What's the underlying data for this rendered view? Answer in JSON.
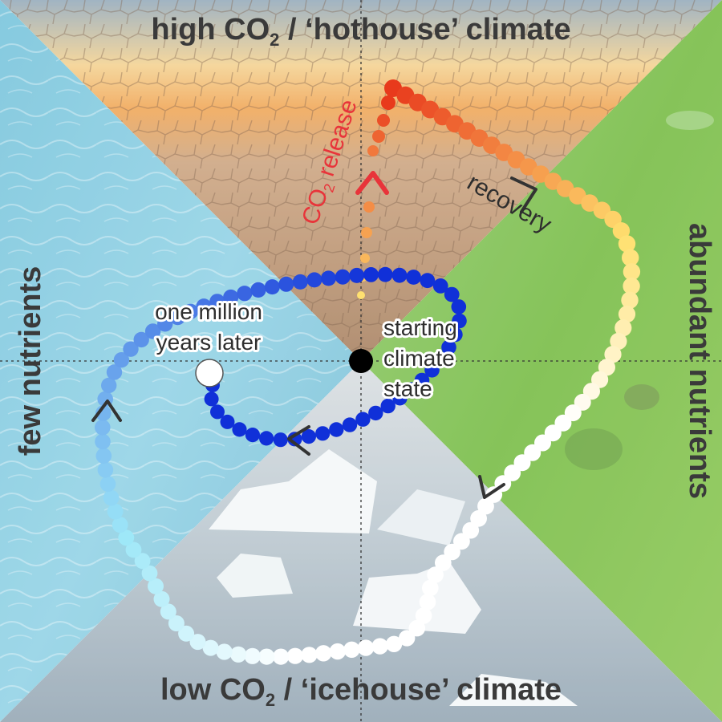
{
  "regions": {
    "top": {
      "prefix": "high CO",
      "sub": "2",
      "suffix": " / ‘hothouse’ climate"
    },
    "bottom": {
      "prefix": "low CO",
      "sub": "2",
      "suffix": " / ‘icehouse’ climate"
    },
    "left": "few nutrients",
    "right": "abundant nutrients"
  },
  "annotations": {
    "co2_release": {
      "prefix": "CO",
      "sub": "2",
      "suffix": " release",
      "color": "#e8343a"
    },
    "recovery": "recovery",
    "starting": [
      "starting",
      "climate",
      "state"
    ],
    "later": [
      "one million",
      "years later"
    ]
  },
  "colors": {
    "hot": "#e83a1c",
    "warm": "#ffe070",
    "neutral": "#ffffff",
    "cool": "#9ee8f8",
    "cold": "#1030d8",
    "sea": "#7cc3db",
    "algae": "#7bbf4a",
    "desert": "#c99a6a",
    "ice": "#b8c4cc"
  }
}
